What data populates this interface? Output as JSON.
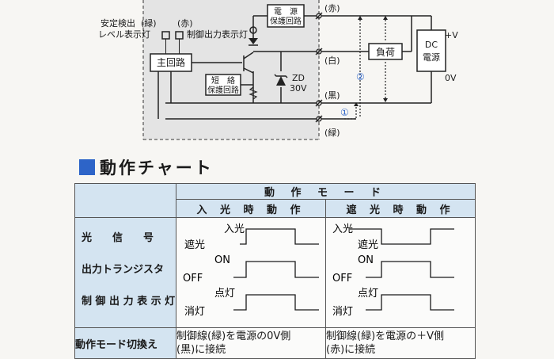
{
  "circuit": {
    "stability_indicator_label_line1": "安定検出",
    "stability_indicator_label_line2": "レベル表示灯",
    "green_tag": "(緑)",
    "red_tag": "(赤)",
    "control_output_indicator_label": "制御出力表示灯",
    "main_circuit": "主回路",
    "power_protection_line1": "電　源",
    "power_protection_line2": "保護回路",
    "short_protection_line1": "短　絡",
    "short_protection_line2": "保護回路",
    "zener_line1": "ZD",
    "zener_line2": "30V",
    "wire_red": "(赤)",
    "wire_white": "(白)",
    "wire_black": "(黒)",
    "wire_green": "(緑)",
    "load": "負荷",
    "dc_line1": "DC",
    "dc_line2": "電源",
    "plus_v": "+V",
    "zero_v": "0V",
    "marker_1": "①",
    "marker_2": "②"
  },
  "section": {
    "title": "動作チャート"
  },
  "chart": {
    "header_main": "動 作 モ ー ド",
    "col1_title": "入 光 時 動 作",
    "col2_title": "遮 光 時 動 作",
    "row_labels": [
      "光　　信　　号",
      "出力トランジスタ",
      "制 御 出 力 表 示 灯"
    ],
    "wave_labels": {
      "light_high": "入光",
      "light_low": "遮光",
      "tr_high": "ON",
      "tr_low": "OFF",
      "led_high": "点灯",
      "led_low": "消灯"
    },
    "mode_switch_label": "動作モード切換え",
    "col1_switch_text_line1": "制御線(緑)を電源の0V側",
    "col1_switch_text_line2": "(黒)に接続",
    "col2_switch_text_line1": "制御線(緑)を電源の＋V側",
    "col2_switch_text_line2": "(赤)に接続"
  }
}
